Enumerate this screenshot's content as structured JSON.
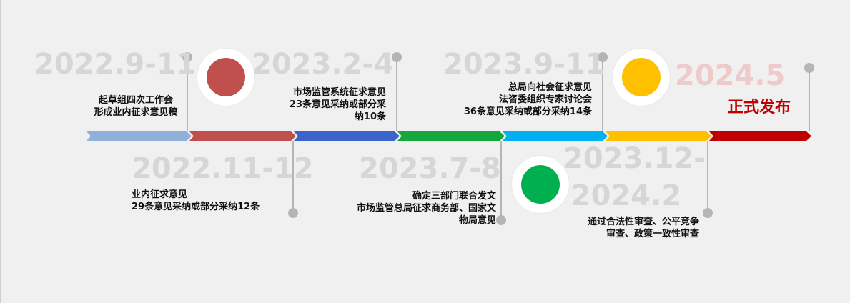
{
  "milestones": [
    {
      "date": "2022.9-11",
      "desc": [
        "起草组四次工作会",
        "形成业内征求意见稿"
      ]
    },
    {
      "date": "2022.11-12",
      "desc": [
        "业内征求意见",
        "29条意见采纳或部分采纳12条"
      ]
    },
    {
      "date": "2023.2-4",
      "desc": [
        "市场监管系统征求意见",
        "23条意见采纳或部分采",
        "纳10条"
      ]
    },
    {
      "date": "2023.7-8",
      "desc": [
        "确定三部门联合发文",
        "市场监管总局征求商务部、国家文",
        "物局意见"
      ]
    },
    {
      "date": "2023.9-11",
      "desc": [
        "总局向社会征求意见",
        "法咨委组织专家讨论会",
        "36条意见采纳或部分采纳14条"
      ]
    },
    {
      "date_lines": [
        "2023.12-",
        "2024.2"
      ],
      "desc": [
        "通过合法性审查、公平竞争",
        "审查、政策一致性审查"
      ]
    },
    {
      "date": "2024.5",
      "desc": [
        "正式发布"
      ]
    }
  ],
  "colors": {
    "seg1": "#8fb0d9",
    "seg2": "#c0504d",
    "seg3": "#3a64c8",
    "seg4": "#14a83c",
    "seg5": "#00b0f0",
    "seg6": "#ffc000",
    "seg7": "#c00000",
    "circle_red": "#c0504d",
    "circle_green": "#00b050",
    "circle_yellow": "#ffc000",
    "date_gray": "#d6d6d6",
    "date_accent": "#efcaca",
    "final_text": "#c00000"
  }
}
